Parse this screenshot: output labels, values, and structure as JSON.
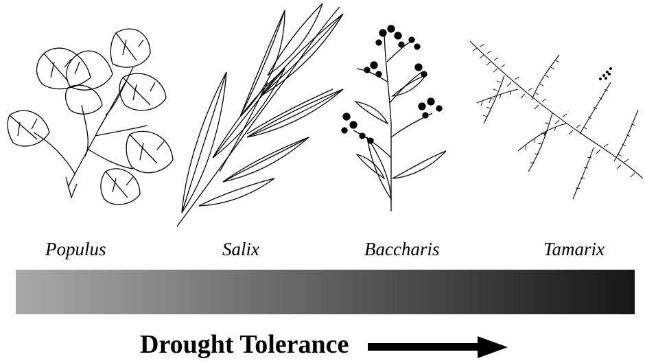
{
  "figure": {
    "genera": [
      {
        "name": "Populus"
      },
      {
        "name": "Salix"
      },
      {
        "name": "Baccharis"
      },
      {
        "name": "Tamarix"
      }
    ],
    "gradient": {
      "start_color": "#a9a9a9",
      "end_color": "#161616"
    },
    "axis_label": "Drought Tolerance"
  }
}
